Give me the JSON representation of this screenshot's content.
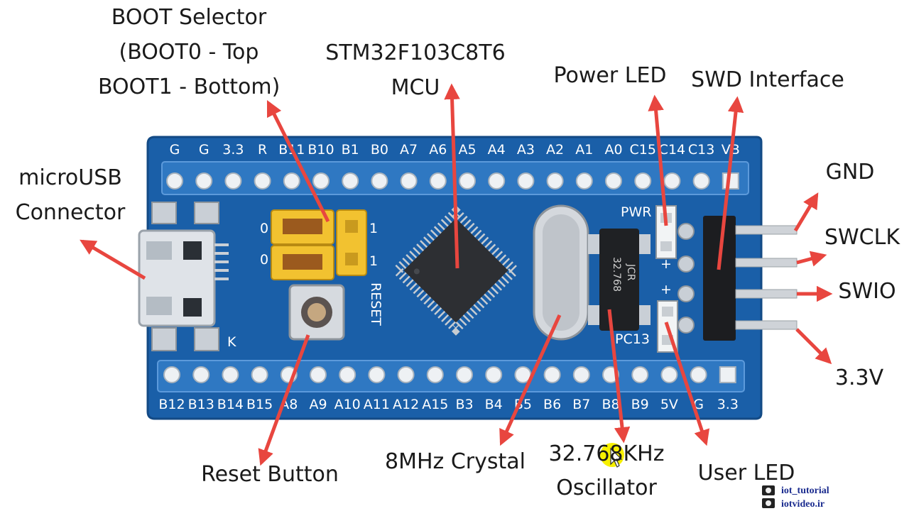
{
  "callouts": {
    "boot_selector": [
      "BOOT Selector",
      "(BOOT0 - Top",
      "BOOT1 - Bottom)"
    ],
    "mcu": [
      "STM32F103C8T6",
      "MCU"
    ],
    "power_led": [
      "Power LED"
    ],
    "swd_interface": [
      "SWD Interface"
    ],
    "microusb": [
      "microUSB",
      "Connector"
    ],
    "gnd": [
      "GND"
    ],
    "swclk": [
      "SWCLK"
    ],
    "swio": [
      "SWIO"
    ],
    "v33": [
      "3.3V"
    ],
    "reset_button": [
      "Reset Button"
    ],
    "crystal_8mhz": [
      "8MHz Crystal"
    ],
    "osc_32khz": [
      "32.768KHz",
      "Oscillator"
    ],
    "user_led": [
      "User LED"
    ]
  },
  "board": {
    "top_pins": [
      "G",
      "G",
      "3.3",
      "R",
      "B11",
      "B10",
      "B1",
      "B0",
      "A7",
      "A6",
      "A5",
      "A4",
      "A3",
      "A2",
      "A1",
      "A0",
      "C15",
      "C14",
      "C13",
      "VB"
    ],
    "bottom_pins": [
      "B12",
      "B13",
      "B14",
      "B15",
      "A8",
      "A9",
      "A10",
      "A11",
      "A12",
      "A15",
      "B3",
      "B4",
      "B5",
      "B6",
      "B7",
      "B8",
      "B9",
      "5V",
      "G",
      "3.3"
    ],
    "jumper_left": [
      "0",
      "0"
    ],
    "jumper_right": [
      "1",
      "1"
    ],
    "reset_label": "RESET",
    "pwr_label": "PWR",
    "pc13_label": "PC13",
    "plus_marks": [
      "+",
      "+"
    ],
    "k_mark": "K",
    "osc_marking": [
      "32.768",
      "JCR"
    ]
  },
  "watermark": {
    "line1": "iot_tutorial",
    "line2": "iotvideo.ir"
  },
  "colors": {
    "pcb": "#1a5fa8",
    "arrow": "#e8463f",
    "jumper": "#f2c230",
    "cursor_highlight": "#f7f000"
  }
}
